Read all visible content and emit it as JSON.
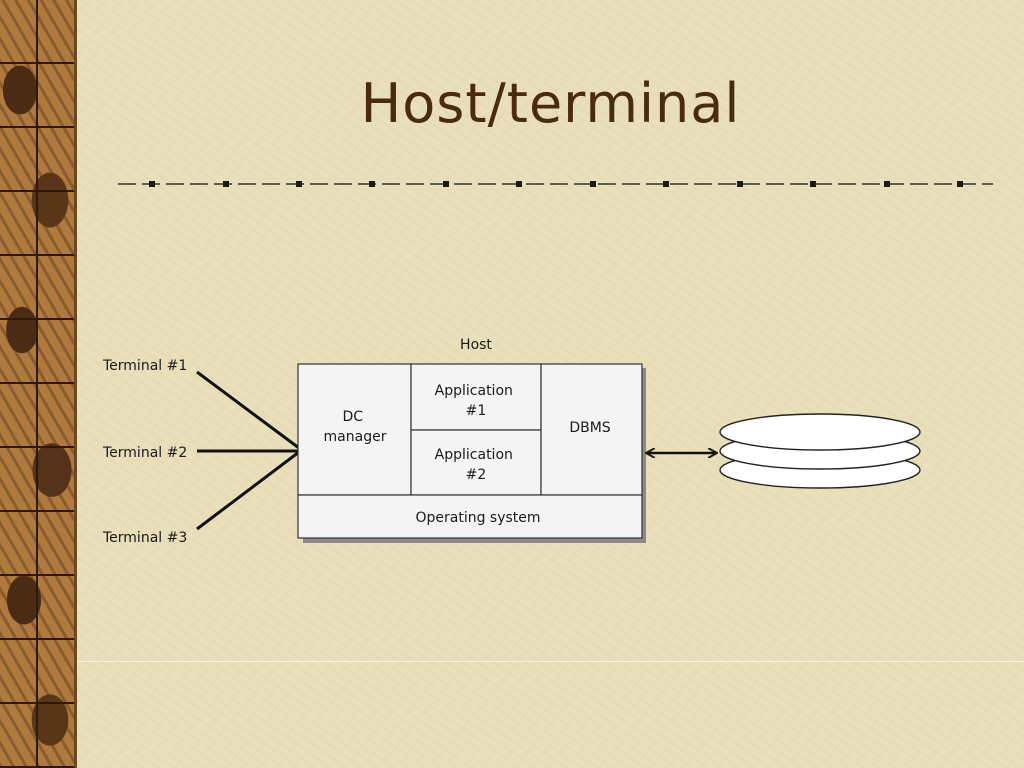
{
  "slide": {
    "title": "Host/terminal"
  },
  "diagram": {
    "host_label": "Host",
    "terminals": [
      "Terminal #1",
      "Terminal #2",
      "Terminal #3"
    ],
    "dc_manager": [
      "DC",
      "manager"
    ],
    "application_1": [
      "Application",
      "#1"
    ],
    "application_2": [
      "Application",
      "#2"
    ],
    "dbms": "DBMS",
    "operating_system": "Operating system"
  }
}
